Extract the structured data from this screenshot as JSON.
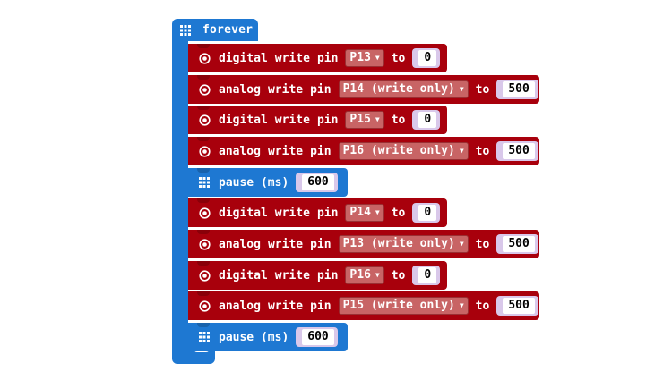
{
  "colors": {
    "pins": "#a8000c",
    "basic": "#1e78d2",
    "dropdown": "#c86465",
    "slot": "#d9c8ea"
  },
  "forever": {
    "label": "forever",
    "icon": "grid-icon"
  },
  "blocks": [
    {
      "kind": "pins",
      "icon": "target-icon",
      "verb": "digital",
      "action": "write",
      "noun": "pin",
      "pin": "P13",
      "to": "to",
      "value": "0"
    },
    {
      "kind": "pins",
      "icon": "target-icon",
      "verb": "analog",
      "action": "write",
      "noun": "pin",
      "pin": "P14 (write only)",
      "to": "to",
      "value": "500"
    },
    {
      "kind": "pins",
      "icon": "target-icon",
      "verb": "digital",
      "action": "write",
      "noun": "pin",
      "pin": "P15",
      "to": "to",
      "value": "0"
    },
    {
      "kind": "pins",
      "icon": "target-icon",
      "verb": "analog",
      "action": "write",
      "noun": "pin",
      "pin": "P16 (write only)",
      "to": "to",
      "value": "500"
    },
    {
      "kind": "basic",
      "icon": "grid-icon",
      "label": "pause (ms)",
      "value": "600"
    },
    {
      "kind": "pins",
      "icon": "target-icon",
      "verb": "digital",
      "action": "write",
      "noun": "pin",
      "pin": "P14",
      "to": "to",
      "value": "0"
    },
    {
      "kind": "pins",
      "icon": "target-icon",
      "verb": "analog",
      "action": "write",
      "noun": "pin",
      "pin": "P13 (write only)",
      "to": "to",
      "value": "500"
    },
    {
      "kind": "pins",
      "icon": "target-icon",
      "verb": "digital",
      "action": "write",
      "noun": "pin",
      "pin": "P16",
      "to": "to",
      "value": "0"
    },
    {
      "kind": "pins",
      "icon": "target-icon",
      "verb": "analog",
      "action": "write",
      "noun": "pin",
      "pin": "P15 (write only)",
      "to": "to",
      "value": "500"
    },
    {
      "kind": "basic",
      "icon": "grid-icon",
      "label": "pause (ms)",
      "value": "600"
    }
  ]
}
